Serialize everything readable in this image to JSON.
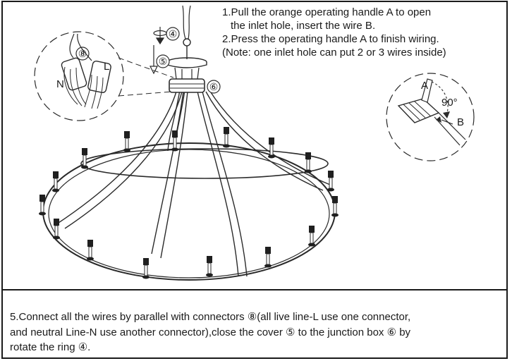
{
  "instructions": {
    "step1_line1": "1.Pull the orange operating handle A to open",
    "step1_line2": "the inlet hole, insert the wire B.",
    "step2": "2.Press the operating handle A to finish wiring.",
    "note": "(Note: one inlet hole can put 2 or 3 wires inside)"
  },
  "callouts": {
    "ring": "④",
    "cover": "⑤",
    "junction_box": "⑥",
    "connector": "⑧",
    "neutral": "N",
    "live": "L",
    "handle": "A",
    "wire": "B",
    "angle": "90°"
  },
  "step5": {
    "line1": "5.Connect all the wires by parallel with connectors ⑧(all live line-L use one connector,",
    "line2": "and neutral Line-N use another connector),close the cover ⑤ to the junction box ⑥ by",
    "line3": "rotate the ring ④."
  }
}
